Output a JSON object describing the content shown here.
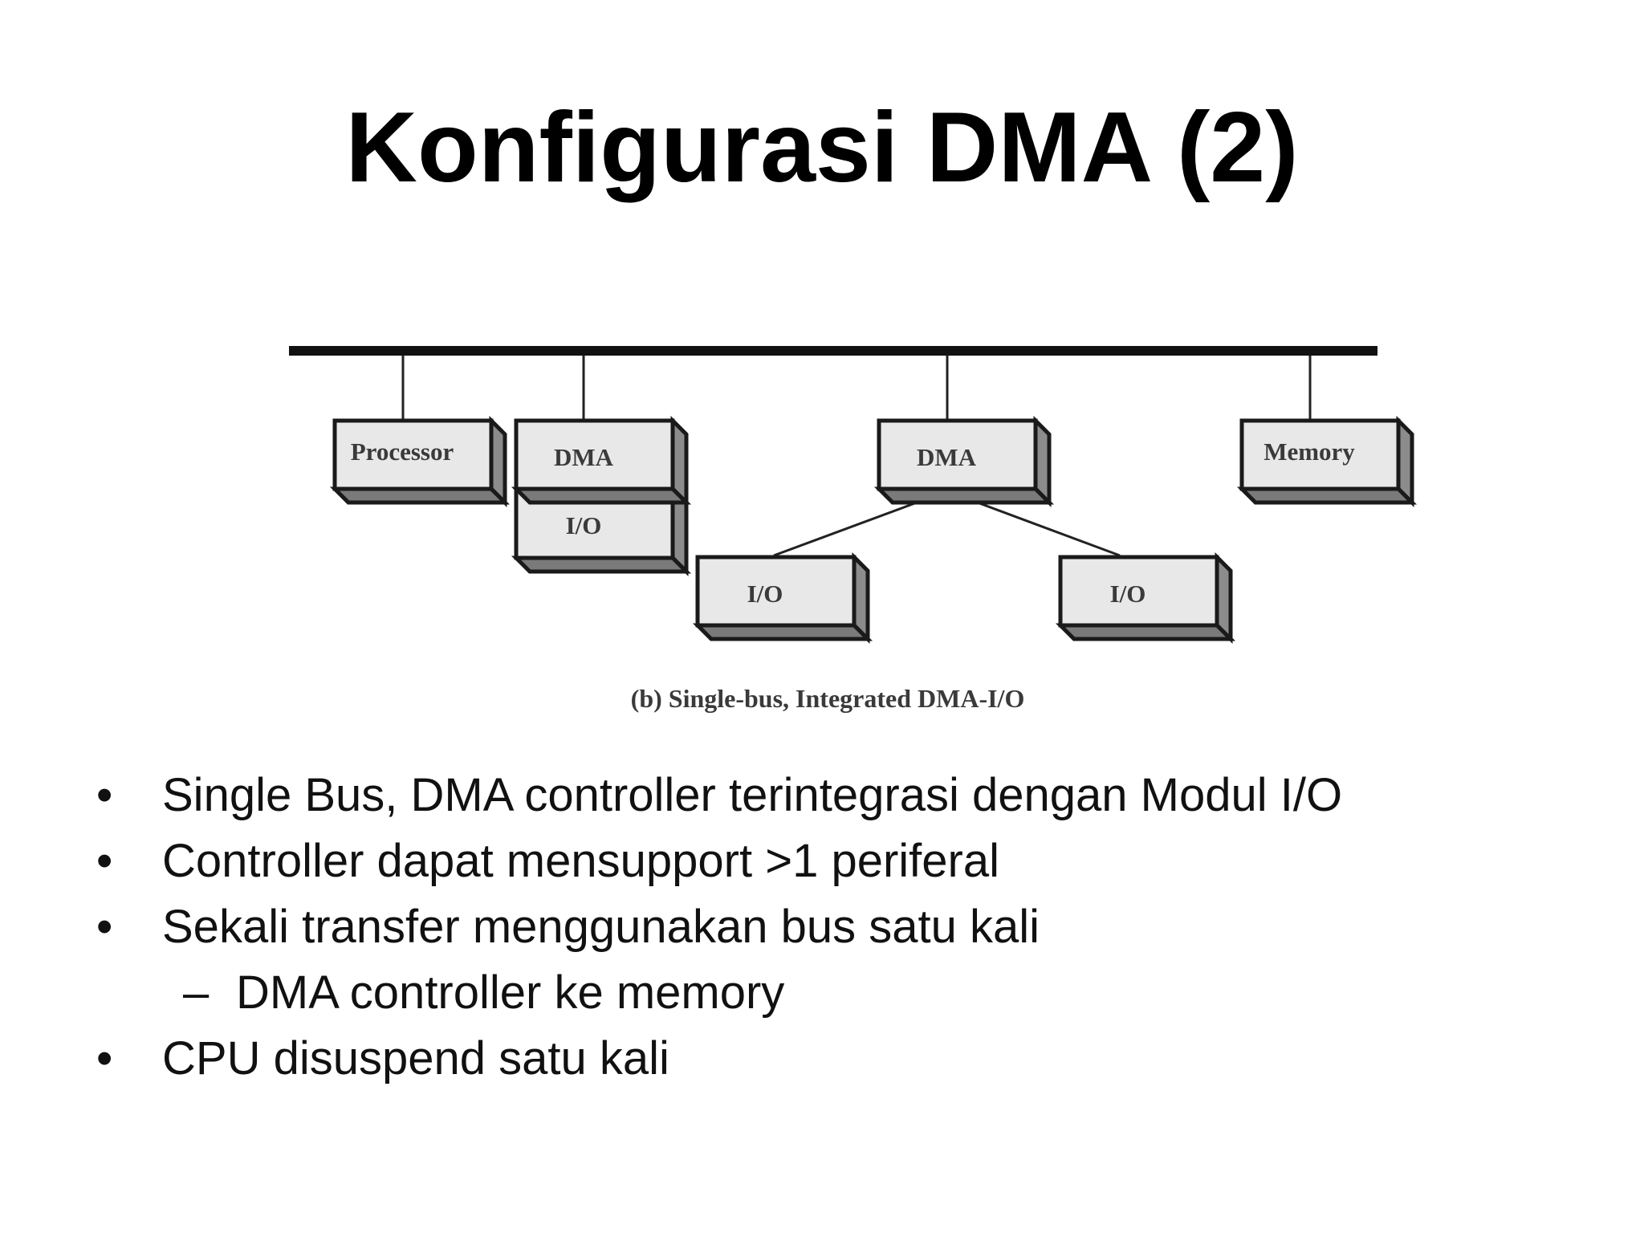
{
  "title": "Konfigurasi DMA (2)",
  "diagram": {
    "boxes": {
      "processor": "Processor",
      "dma_1": "DMA",
      "io_1": "I/O",
      "dma_2": "DMA",
      "memory": "Memory",
      "io_2": "I/O",
      "io_3": "I/O"
    },
    "caption": "(b) Single-bus, Integrated DMA-I/O"
  },
  "bullets": [
    {
      "mark": "•",
      "text": "Single Bus, DMA controller terintegrasi dengan Modul I/O"
    },
    {
      "mark": "•",
      "text": "Controller dapat mensupport >1 periferal"
    },
    {
      "mark": "•",
      "text": "Sekali transfer menggunakan bus satu kali"
    },
    {
      "mark": "–",
      "text": "DMA controller ke memory"
    },
    {
      "mark": "•",
      "text": "CPU disuspend satu kali"
    }
  ]
}
